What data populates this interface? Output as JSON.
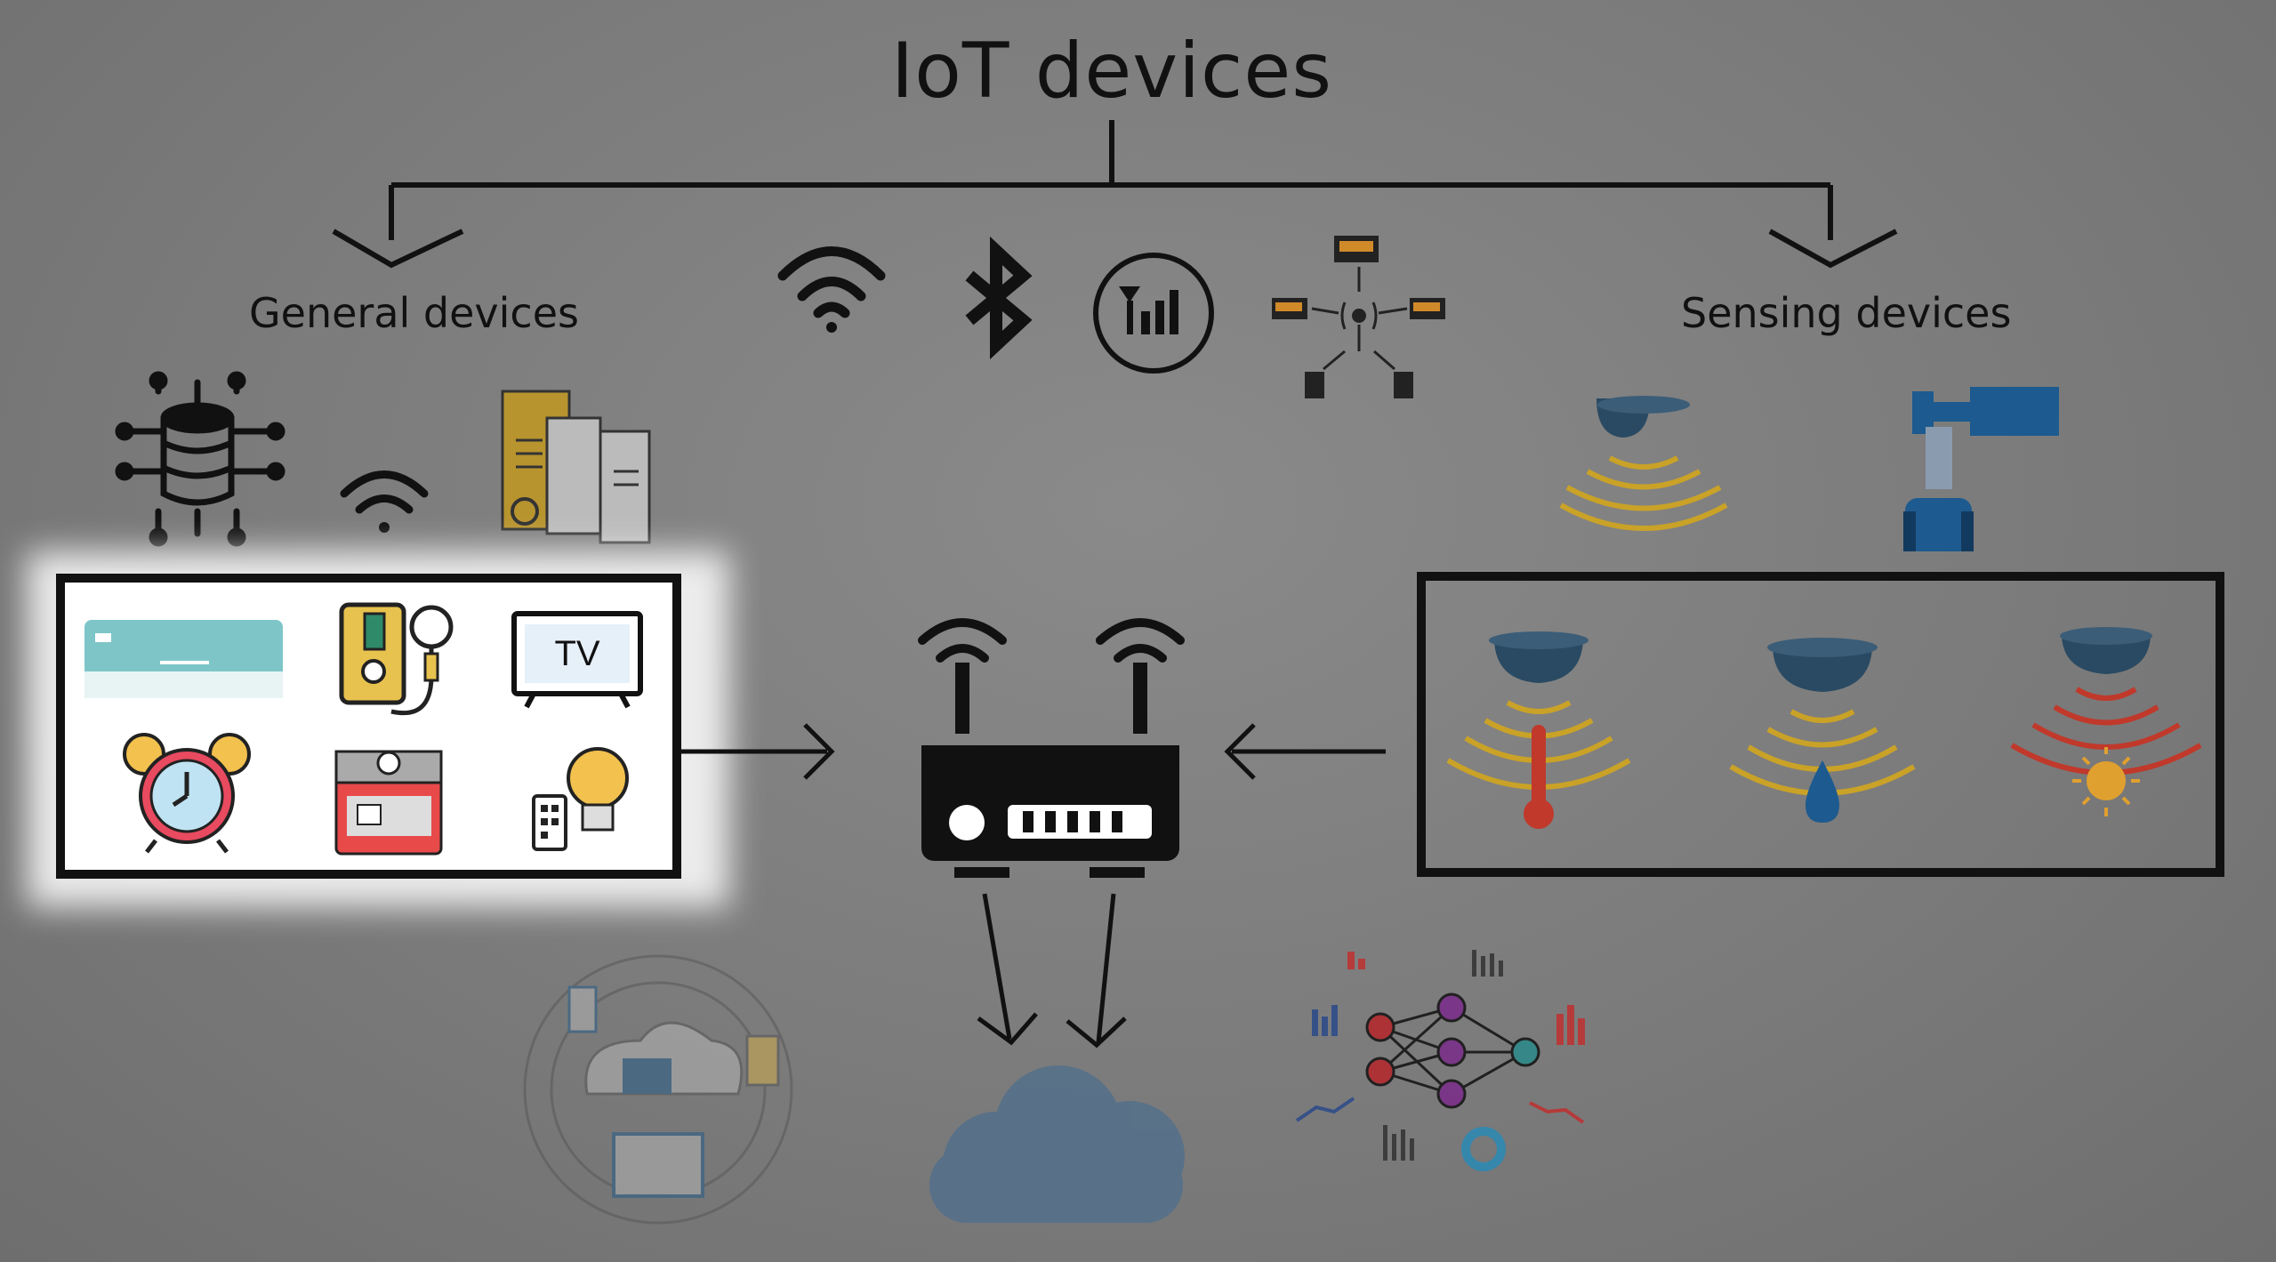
{
  "diagram": {
    "title": "IoT devices",
    "general_label": "General devices",
    "sensing_label": "Sensing devices",
    "tv_label": "TV"
  },
  "colors": {
    "background": "#7a7a7a",
    "ink": "#111111",
    "highlight_box": "#ffffff",
    "sensor_gold": "#c9a227",
    "sensor_red": "#c0392b",
    "cloud_blue": "#56718a"
  },
  "icons": [
    "wifi-icon",
    "bluetooth-icon",
    "cellular-signal-icon",
    "network-hub-icon",
    "database-icon",
    "document-icon",
    "air-conditioner-icon",
    "water-heater-icon",
    "tv-icon",
    "alarm-clock-icon",
    "coffee-machine-icon",
    "smart-bulb-icon",
    "router-icon",
    "cloud-icon",
    "cloud-sync-icon",
    "neural-network-icon",
    "temperature-sensor-icon",
    "humidity-sensor-icon",
    "light-sensor-icon",
    "valve-actuator-icon",
    "proximity-sensor-icon"
  ]
}
